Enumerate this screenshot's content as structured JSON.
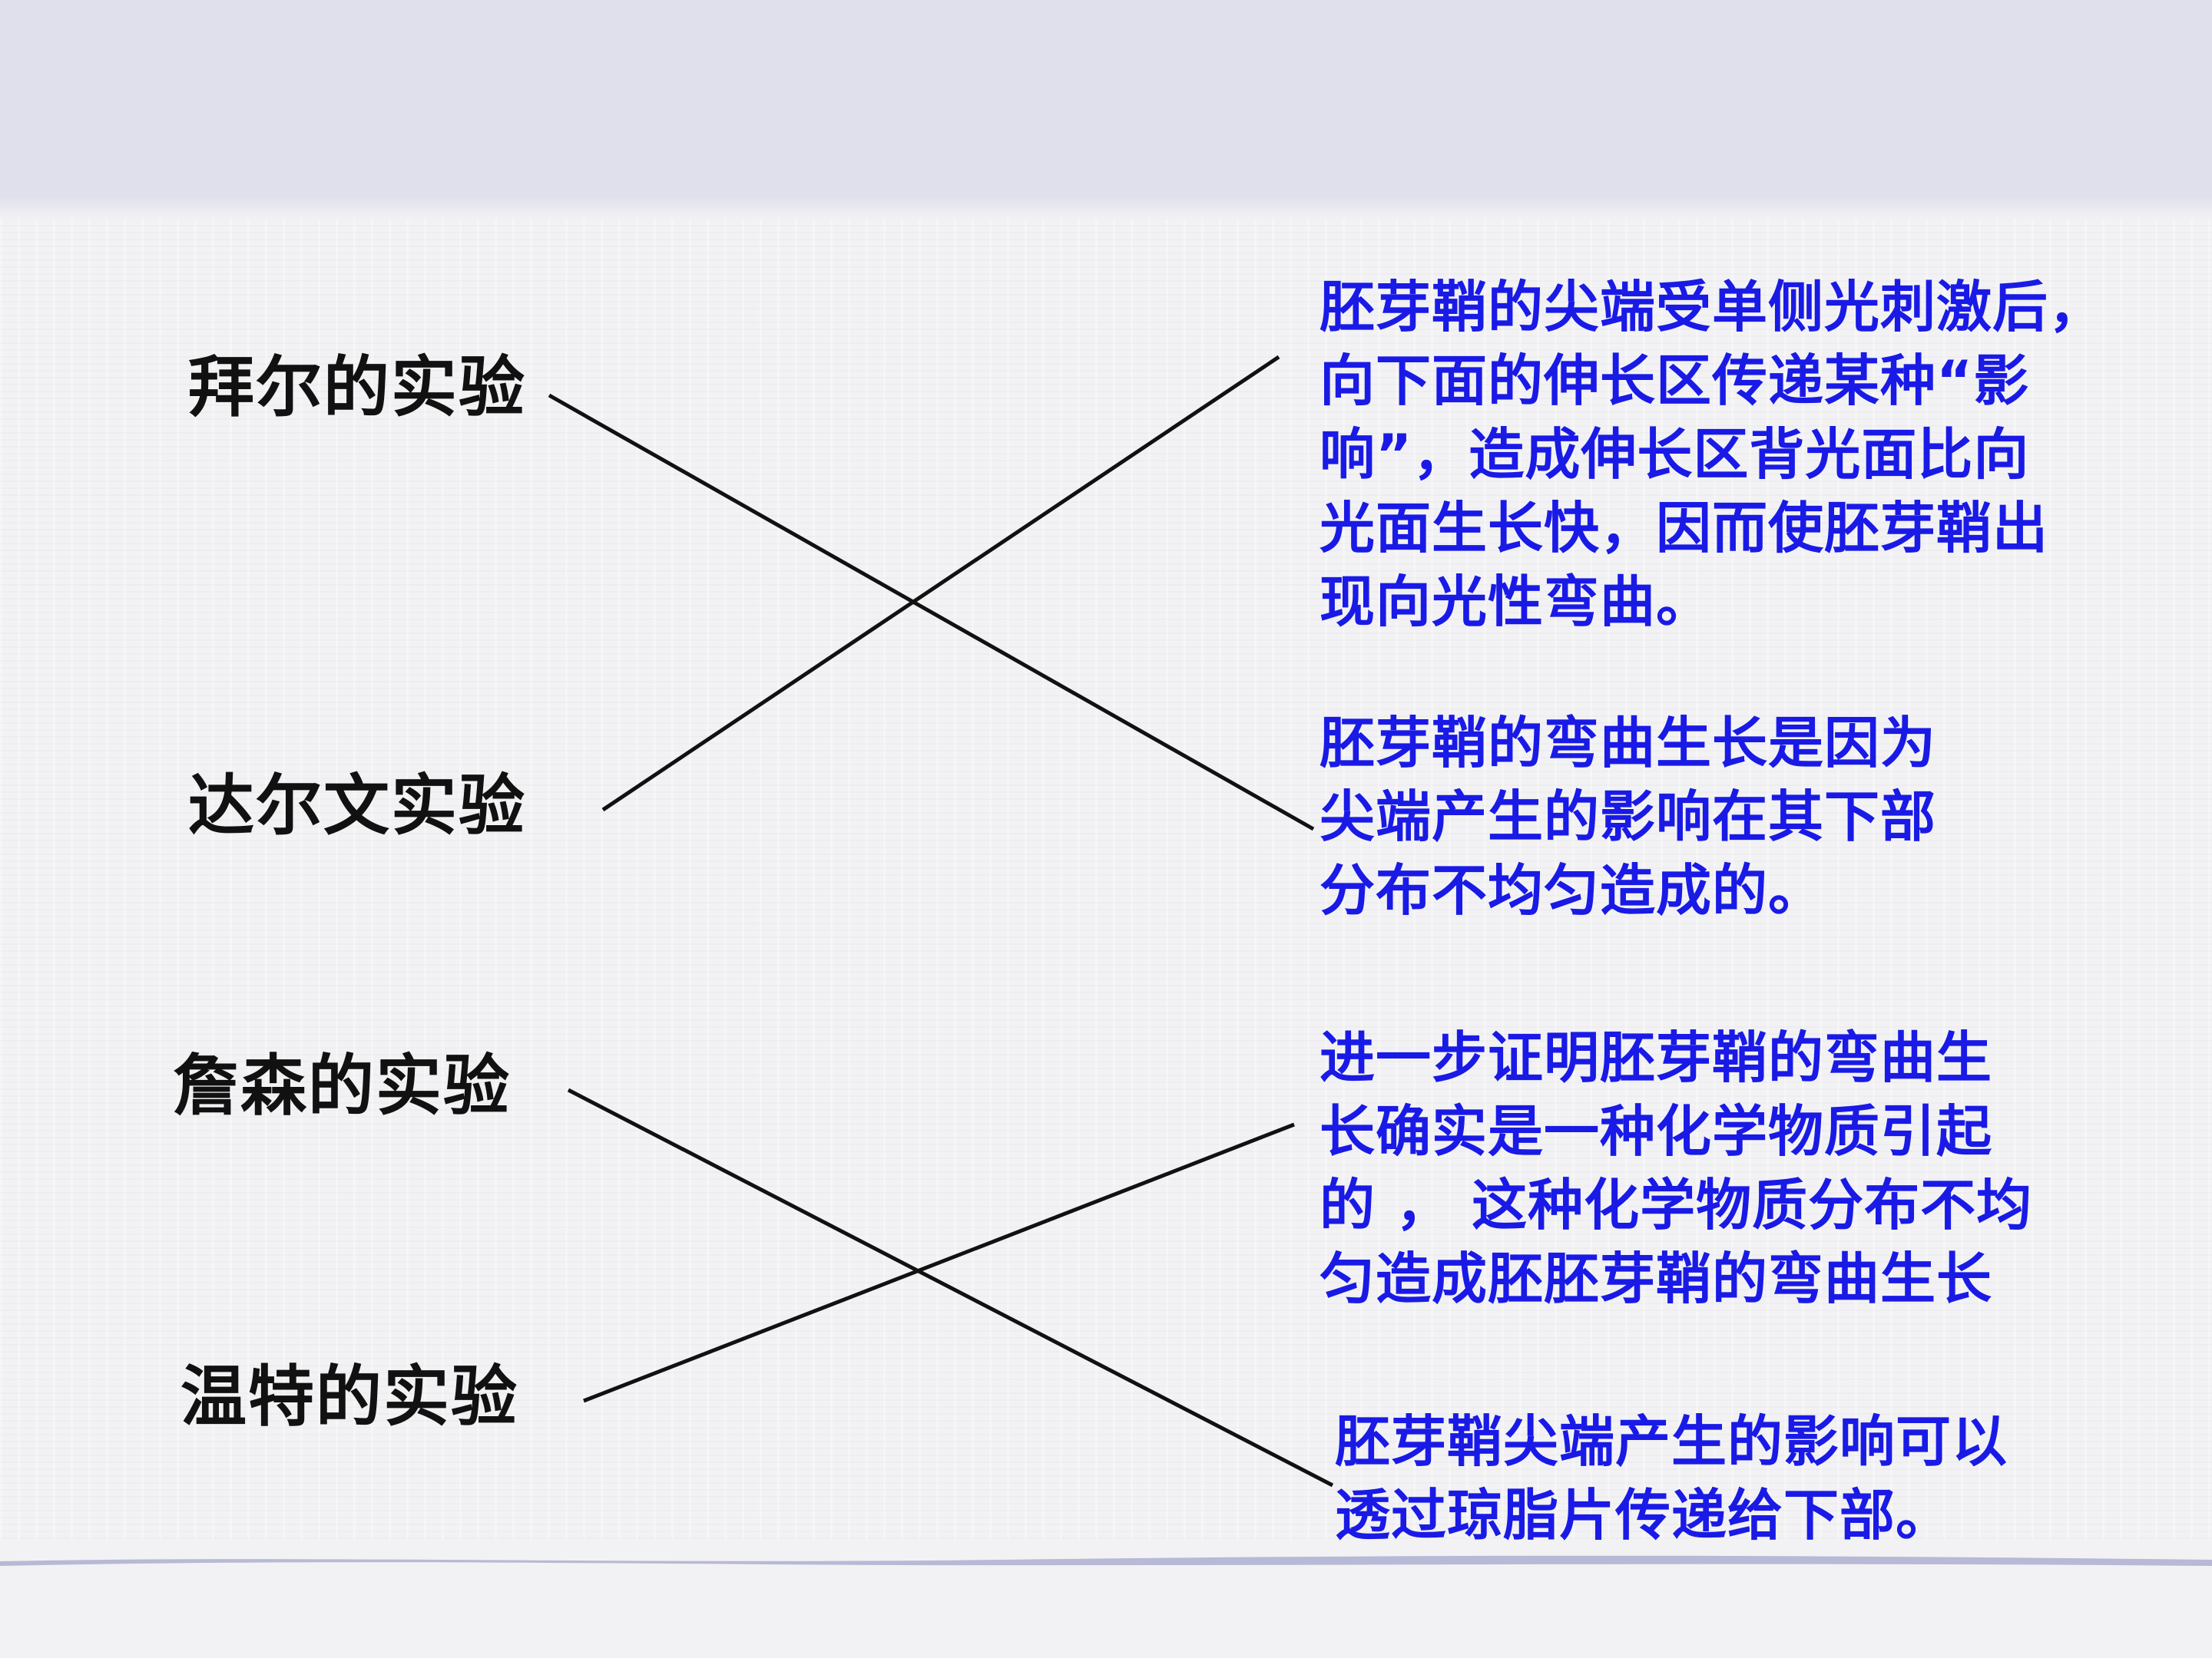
{
  "left_labels": {
    "bayer": "拜尔的实验",
    "darwin": "达尔文实验",
    "jensen": "詹森的实验",
    "went": "温特的实验"
  },
  "right_texts": {
    "t1": "胚芽鞘的尖端受单侧光刺激后，\n向下面的伸长区传递某种“影\n响”，造成伸长区背光面比向\n光面生长快，因而使胚芽鞘出\n现向光性弯曲。",
    "t2": "胚芽鞘的弯曲生长是因为\n尖端产生的影响在其下部\n分布不均匀造成的。",
    "t3": "进一步证明胚芽鞘的弯曲生\n长确实是一种化学物质引起\n的 ， 这种化学物质分布不均\n匀造成胚胚芽鞘的弯曲生长",
    "t4": "胚芽鞘尖端产生的影响可以\n透过琼脂片传递给下部。"
  },
  "connections": [
    {
      "from": "拜尔的实验",
      "to": "胚芽鞘的弯曲生长是因为"
    },
    {
      "from": "达尔文实验",
      "to": "胚芽鞘的尖端受单侧光刺激后，"
    },
    {
      "from": "詹森的实验",
      "to": "胚芽鞘尖端产生的影响可以"
    },
    {
      "from": "温特的实验",
      "to": "进一步证明胚芽鞘的弯曲生"
    }
  ],
  "colors": {
    "left_text": "#111111",
    "right_text": "#1a1ae6",
    "line": "#111111",
    "top_band": "#dfe0ec",
    "background": "#f2f2f4"
  }
}
